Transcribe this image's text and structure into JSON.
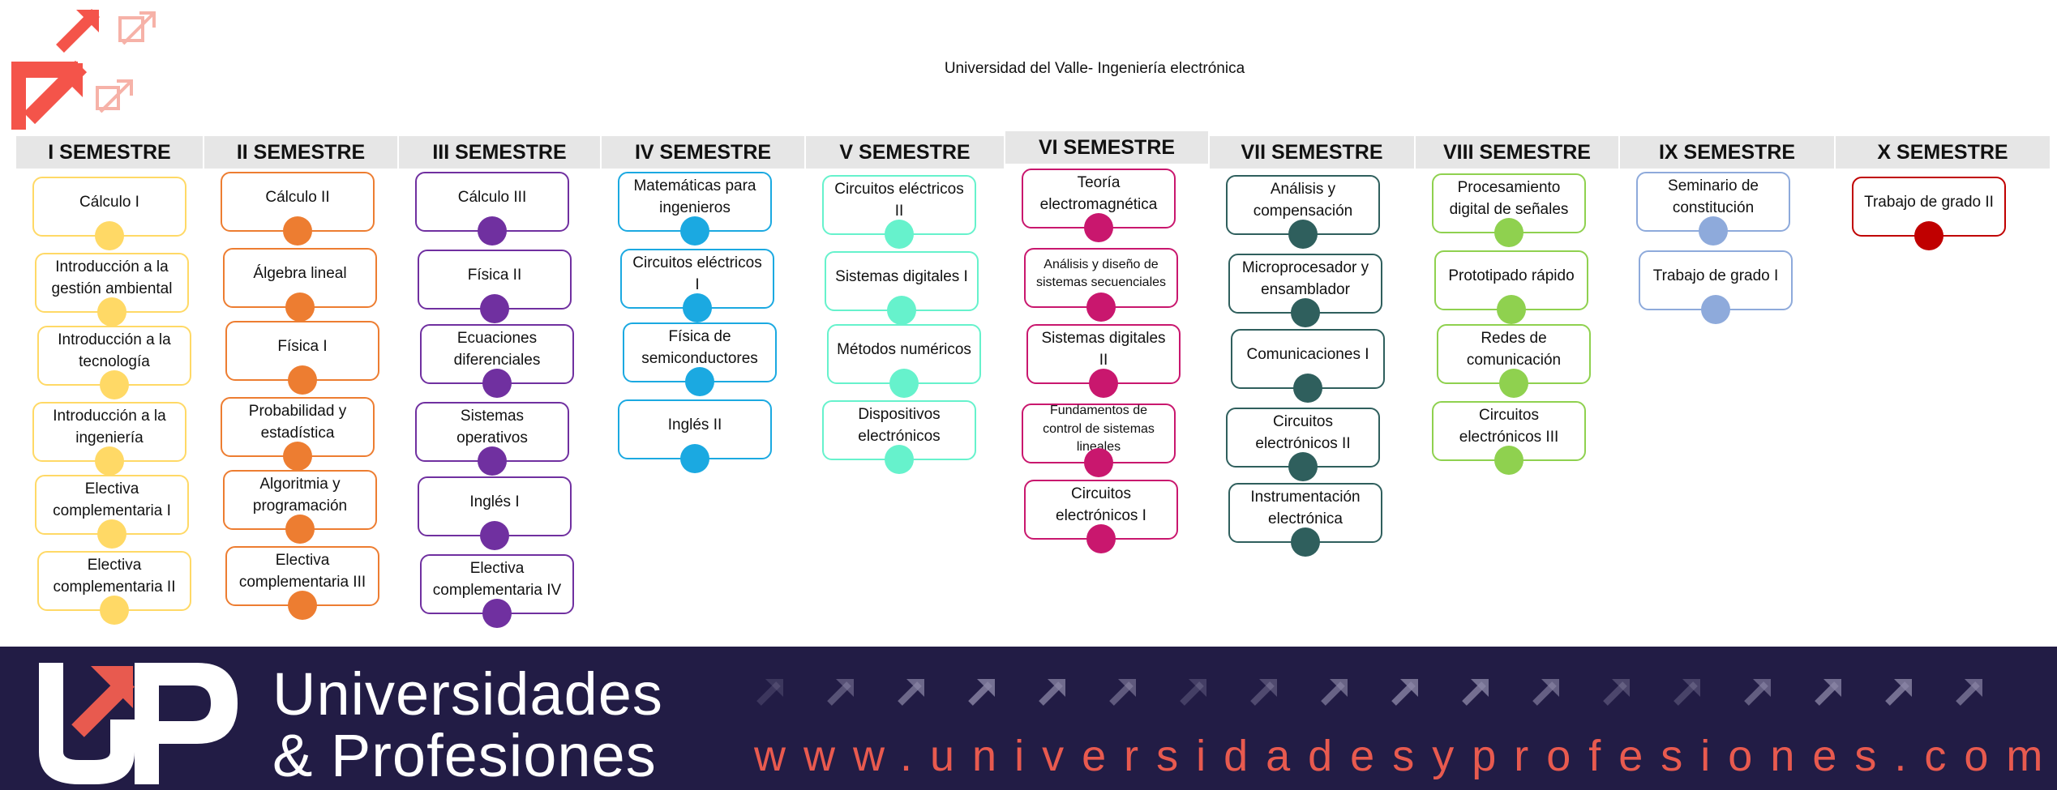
{
  "header": {
    "title": "Universidad del Valle- Ingeniería electrónica"
  },
  "semesters": [
    {
      "name": "I SEMESTRE",
      "color": "#ffd966",
      "courses": [
        "Cálculo I",
        "Introducción a la gestión ambiental",
        "Introducción a la tecnología",
        "Introducción a la ingeniería",
        "Electiva complementaria I",
        "Electiva complementaria II"
      ]
    },
    {
      "name": "II SEMESTRE",
      "color": "#ed7d31",
      "courses": [
        "Cálculo II",
        "Álgebra lineal",
        "Física I",
        "Probabilidad y estadística",
        "Algoritmia y programación",
        "Electiva complementaria III"
      ]
    },
    {
      "name": "III SEMESTRE",
      "color": "#7030a0",
      "courses": [
        "Cálculo III",
        "Física II",
        "Ecuaciones diferenciales",
        "Sistemas operativos",
        "Inglés I",
        "Electiva complementaria IV"
      ]
    },
    {
      "name": "IV SEMESTRE",
      "color": "#1ba9e1",
      "courses": [
        "Matemáticas para ingenieros",
        "Circuitos eléctricos I",
        "Física de semiconductores",
        "Inglés II"
      ]
    },
    {
      "name": "V SEMESTRE",
      "color": "#66f2cc",
      "courses": [
        "Circuitos eléctricos II",
        "Sistemas digitales I",
        "Métodos numéricos",
        "Dispositivos electrónicos"
      ]
    },
    {
      "name": "VI SEMESTRE",
      "color": "#c9176e",
      "courses": [
        "Teoría electromagnética",
        "Análisis y diseño de sistemas secuenciales",
        "Sistemas digitales II",
        "Fundamentos de control de sistemas lineales",
        "Circuitos electrónicos I"
      ]
    },
    {
      "name": "VII SEMESTRE",
      "color": "#2f5f5d",
      "courses": [
        "Análisis y compensación",
        "Microprocesador y ensamblador",
        "Comunicaciones I",
        "Circuitos electrónicos II",
        "Instrumentación electrónica"
      ]
    },
    {
      "name": "VIII SEMESTRE",
      "color": "#8fd14f",
      "courses": [
        "Procesamiento digital de señales",
        "Prototipado rápido",
        "Redes de comunicación",
        "Circuitos electrónicos III"
      ]
    },
    {
      "name": "IX SEMESTRE",
      "color": "#8eaadb",
      "courses": [
        "Seminario de constitución",
        "Trabajo de grado I"
      ]
    },
    {
      "name": "X SEMESTRE",
      "color": "#c00000",
      "courses": [
        "Trabajo de grado II"
      ]
    }
  ],
  "footer": {
    "brand_line1": "Universidades",
    "brand_line2": "& Profesiones",
    "url": "www.universidadesyprofesiones.com",
    "background": "#221c45",
    "accent": "#e85a4f"
  }
}
